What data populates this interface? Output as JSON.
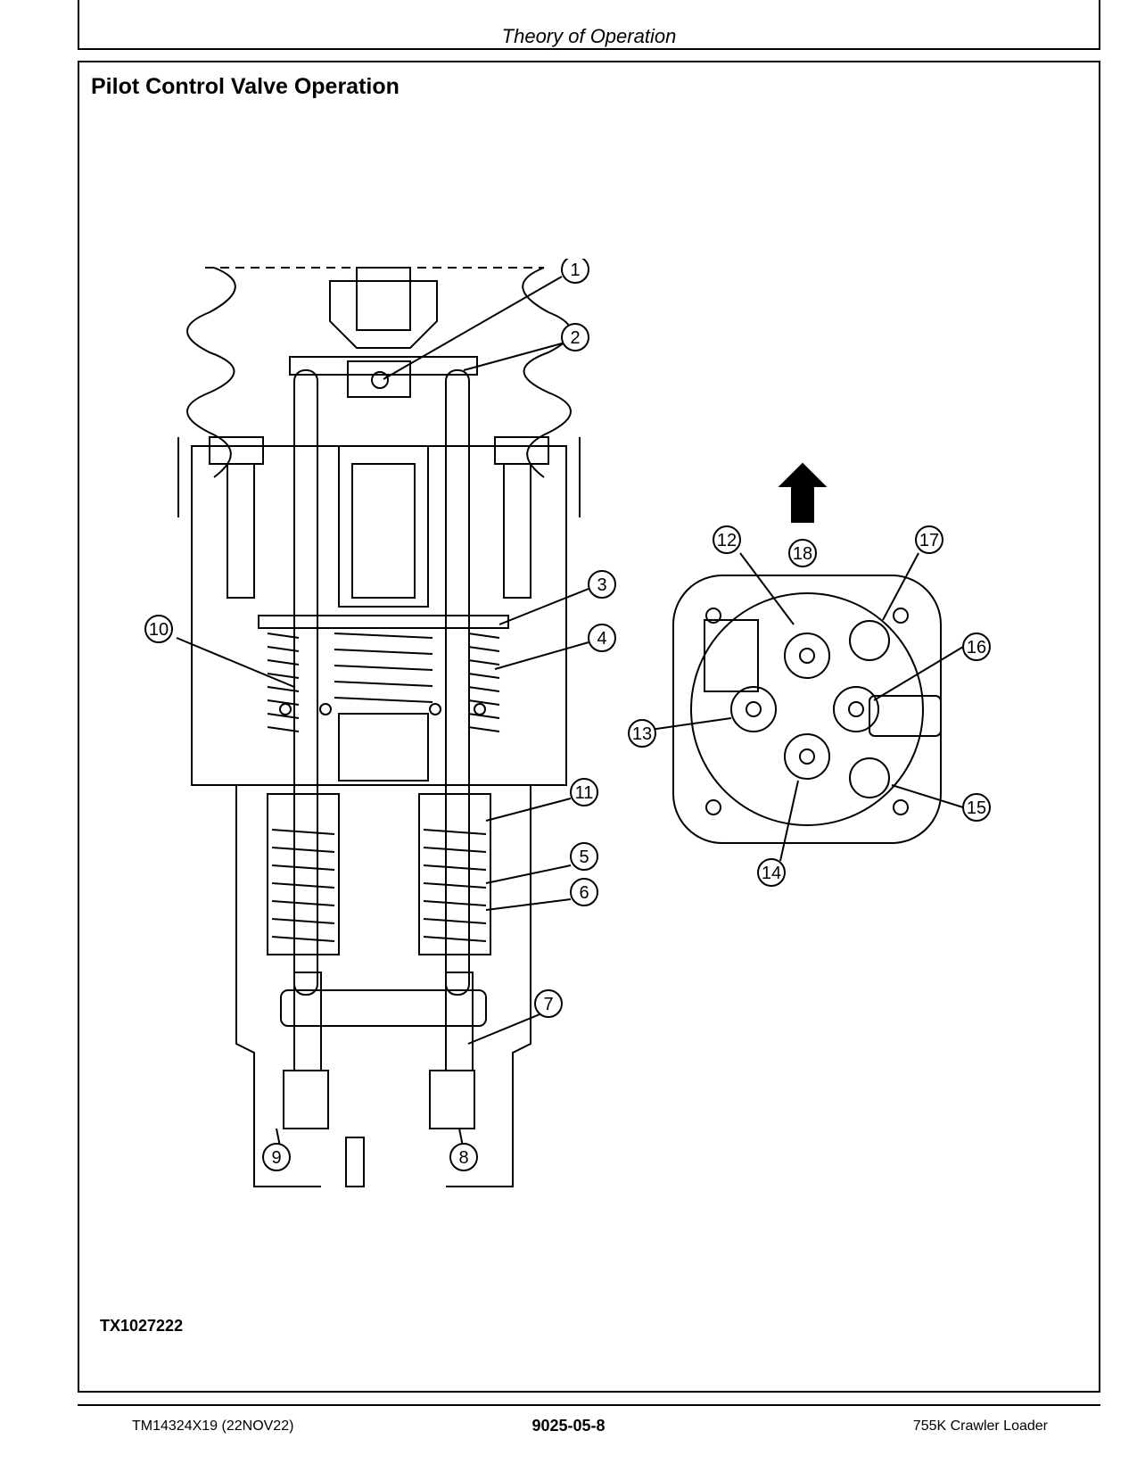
{
  "header": {
    "title": "Theory of Operation"
  },
  "section": {
    "title": "Pilot Control Valve Operation"
  },
  "figure": {
    "id": "TX1027222",
    "callouts": [
      "1",
      "2",
      "3",
      "4",
      "5",
      "6",
      "7",
      "8",
      "9",
      "10",
      "11",
      "12",
      "13",
      "14",
      "15",
      "16",
      "17",
      "18"
    ]
  },
  "footer": {
    "left": "TM14324X19 (22NOV22)",
    "center": "9025-05-8",
    "right": "755K Crawler Loader"
  }
}
